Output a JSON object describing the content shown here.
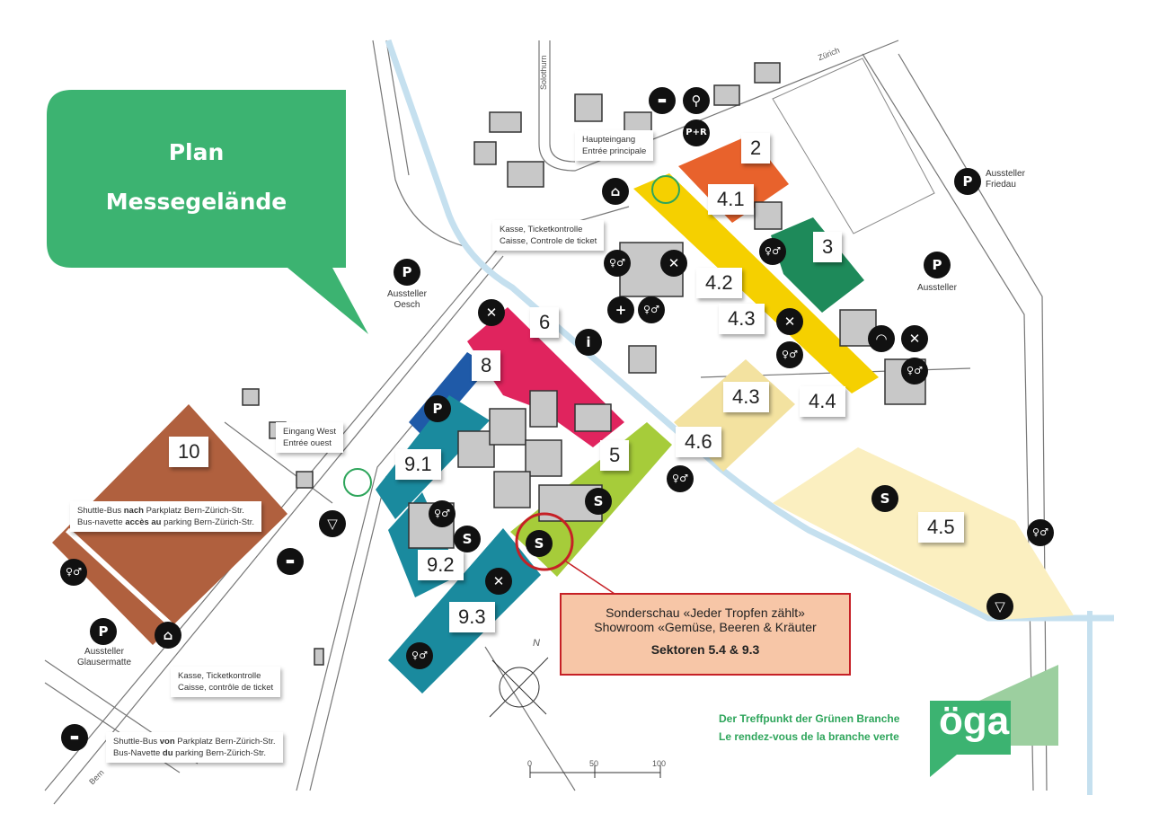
{
  "title": {
    "line1": "Plan",
    "line2": "Messegelände"
  },
  "roads": {
    "solothurn": "Solothurn",
    "zurich": "Zürich",
    "bern": "Bern"
  },
  "halls": [
    "2",
    "3",
    "4.1",
    "4.2",
    "4.3",
    "4.3",
    "4.4",
    "4.5",
    "4.6",
    "5",
    "6",
    "8",
    "9.1",
    "9.2",
    "9.3",
    "10"
  ],
  "notes": {
    "main_entrance": [
      "Haupteingang",
      "Entrée principale"
    ],
    "ticket_north": [
      "Kasse, Ticketkontrolle",
      "Caisse, Controle de ticket"
    ],
    "west_entrance": [
      "Eingang West",
      "Entrée ouest"
    ],
    "shuttle_to": {
      "l1a": "Shuttle-Bus ",
      "l1b": "nach",
      "l1c": " Parkplatz Bern-Zürich-Str.",
      "l2a": "Bus-navette ",
      "l2b": "accès au",
      "l2c": " parking Bern-Zürich-Str."
    },
    "ticket_south": [
      "Kasse, Ticketkontrolle",
      "Caisse, contrôle de ticket"
    ],
    "shuttle_from": {
      "l1a": "Shuttle-Bus ",
      "l1b": "von",
      "l1c": " Parkplatz Bern-Zürich-Str.",
      "l2a": "Bus-Navette ",
      "l2b": "du",
      "l2c": " parking Bern-Zürich-Str."
    }
  },
  "parking": {
    "friedau": [
      "Aussteller",
      "Friedau"
    ],
    "aussteller": [
      "Aussteller"
    ],
    "oesch": [
      "Aussteller",
      "Oesch"
    ],
    "glausermatte": [
      "Aussteller",
      "Glausermatte"
    ]
  },
  "icons": {
    "parking": "P",
    "info": "i",
    "pr": "P+R",
    "show": "S",
    "wc": "♀♂",
    "food": "✕",
    "bus": "▬",
    "bike": "⚲",
    "wifi": "◠",
    "bar": "▽",
    "ticket": "⌂",
    "firstaid": "+"
  },
  "callout": {
    "line1": "Sonderschau «Jeder Tropfen zählt»",
    "line2": "Showroom «Gemüse, Beeren & Kräuter",
    "line3": "Sektoren 5.4 & 9.3"
  },
  "scale": {
    "t0": "0",
    "t1": "50",
    "t2": "100"
  },
  "north": "N",
  "brand": {
    "logo": "öga",
    "tagline_de": "Der Treffpunkt der Grünen Branche",
    "tagline_fr": "Le rendez-vous de la branche verte"
  },
  "colors": {
    "green": "#3cb371",
    "hall2": "#e8622c",
    "hall3": "#1e8a5a",
    "hall4": "#f5d000",
    "hall4light": "#f3e2a0",
    "hall45": "#fbefc0",
    "hall5": "#a6cc3a",
    "hall6": "#e0245e",
    "hall8": "#1f5aa8",
    "hall9": "#1a8a9e",
    "hall10": "#b0603e",
    "river": "#c5e0ef",
    "callout_border": "#c62026"
  }
}
